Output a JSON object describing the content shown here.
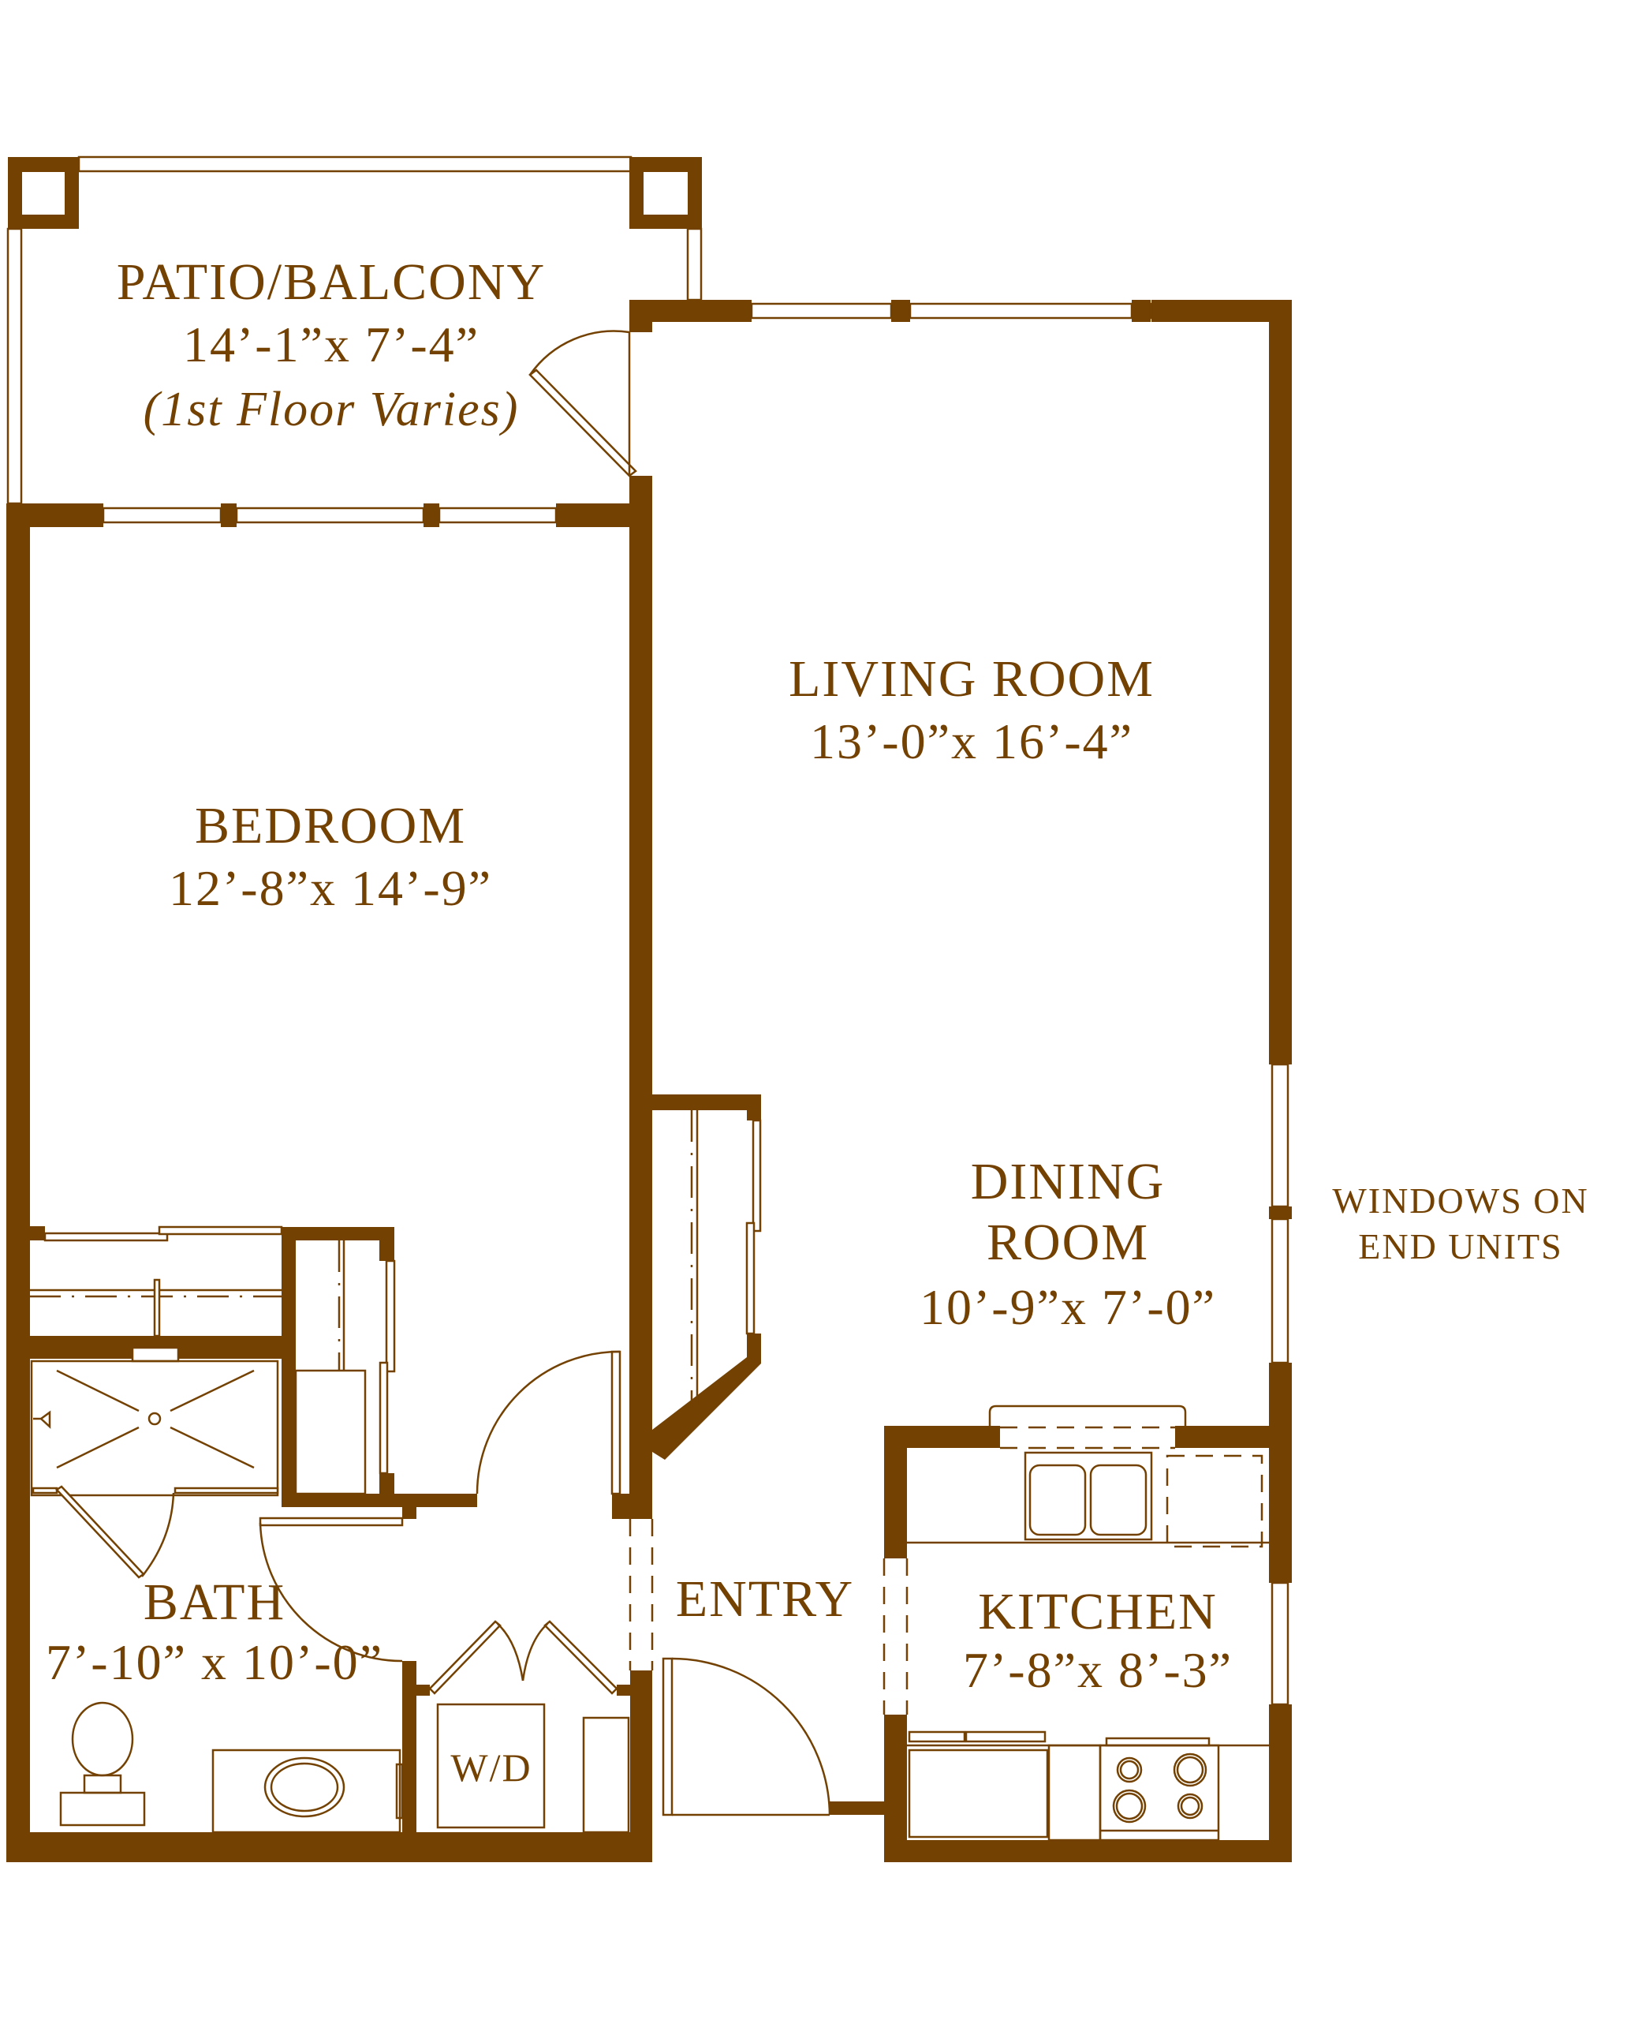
{
  "plan": {
    "colors": {
      "wall": "#734102",
      "background": "#ffffff"
    },
    "rooms": {
      "patio": {
        "name": "PATIO/BALCONY",
        "size": "14’-1”x 7’-4”",
        "note": "(1st Floor Varies)"
      },
      "bedroom": {
        "name": "BEDROOM",
        "size": "12’-8”x 14’-9”"
      },
      "living": {
        "name": "LIVING ROOM",
        "size": "13’-0”x 16’-4”"
      },
      "dining": {
        "name_line1": "DINING",
        "name_line2": "ROOM",
        "size": "10’-9”x 7’-0”"
      },
      "bath": {
        "name": "BATH",
        "size": "7’-10” x 10’-0”"
      },
      "entry": {
        "name": "ENTRY"
      },
      "kitchen": {
        "name": "KITCHEN",
        "size": "7’-8”x 8’-3”"
      },
      "laundry": {
        "label": "W/D"
      }
    },
    "notes": {
      "windows_line1": "WINDOWS ON",
      "windows_line2": "END UNITS"
    }
  }
}
